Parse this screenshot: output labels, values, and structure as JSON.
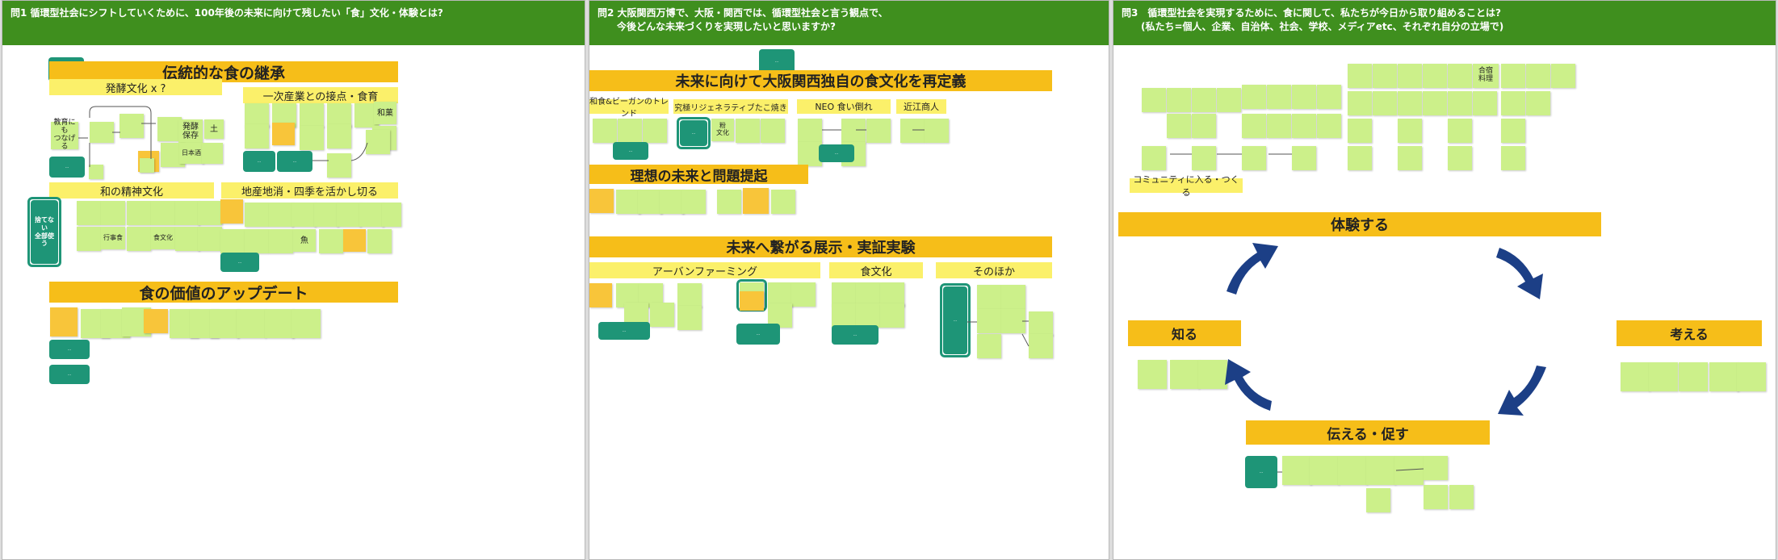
{
  "boards": [
    {
      "header": "問1 循環型社会にシフトしていくために、100年後の未来に向けて残したい「食」文化・体験とは?",
      "sections": [
        "伝統的な食の継承",
        "発酵文化 x ?",
        "一次産業との接点・食育",
        "和の精神文化",
        "地産地消・四季を活かし切る",
        "食の価値のアップデート"
      ],
      "labels": {
        "kyoiku": "教育にも\nつなげる",
        "hakko_hozon": "発酵\n保存",
        "tsuchi": "土",
        "nihonshu": "日本酒",
        "ryokan": "和菓",
        "suteteinai": "捨てない\n全部使う",
        "gyouji": "行事食",
        "shokubunka": "食文化",
        "sakana": "魚"
      }
    },
    {
      "header": "問2 大阪関西万博で、大阪・関西では、循環型社会と言う観点で、\n　　今後どんな未来づくりを実現したいと思いますか?",
      "sections": [
        "未来に向けて大阪関西独自の食文化を再定義",
        "和食&ビーガンのトレンド",
        "究極リジェネラティブたこ焼き",
        "NEO 食い倒れ",
        "近江商人",
        "理想の未来と問題提起",
        "未来へ繋がる展示・実証実験",
        "アーバンファーミング",
        "食文化",
        "そのほか"
      ],
      "labels": {
        "bunka": "粉\n文化"
      }
    },
    {
      "header": "問3　循環型社会を実現するために、食に関して、私たちが今日から取り組めることは?\n　　(私たち=個人、企業、自治体、社会、学校、メディアetc、それぞれ自分の立場で)",
      "sections": [
        "コミュニティに入る・つくる",
        "体験する",
        "知る",
        "考える",
        "伝える・促す"
      ],
      "labels": {
        "washoku": "合宿\n料理"
      }
    }
  ],
  "colors": {
    "header": "#3f8f1e",
    "band": "#f6be19",
    "sub_band": "#fbf06a",
    "sticky_green": "#ccf08a",
    "sticky_teal": "#1e9577",
    "cycle_arrow": "#1c3f86"
  },
  "icons": {
    "cycle": "circular-arrows-icon"
  }
}
